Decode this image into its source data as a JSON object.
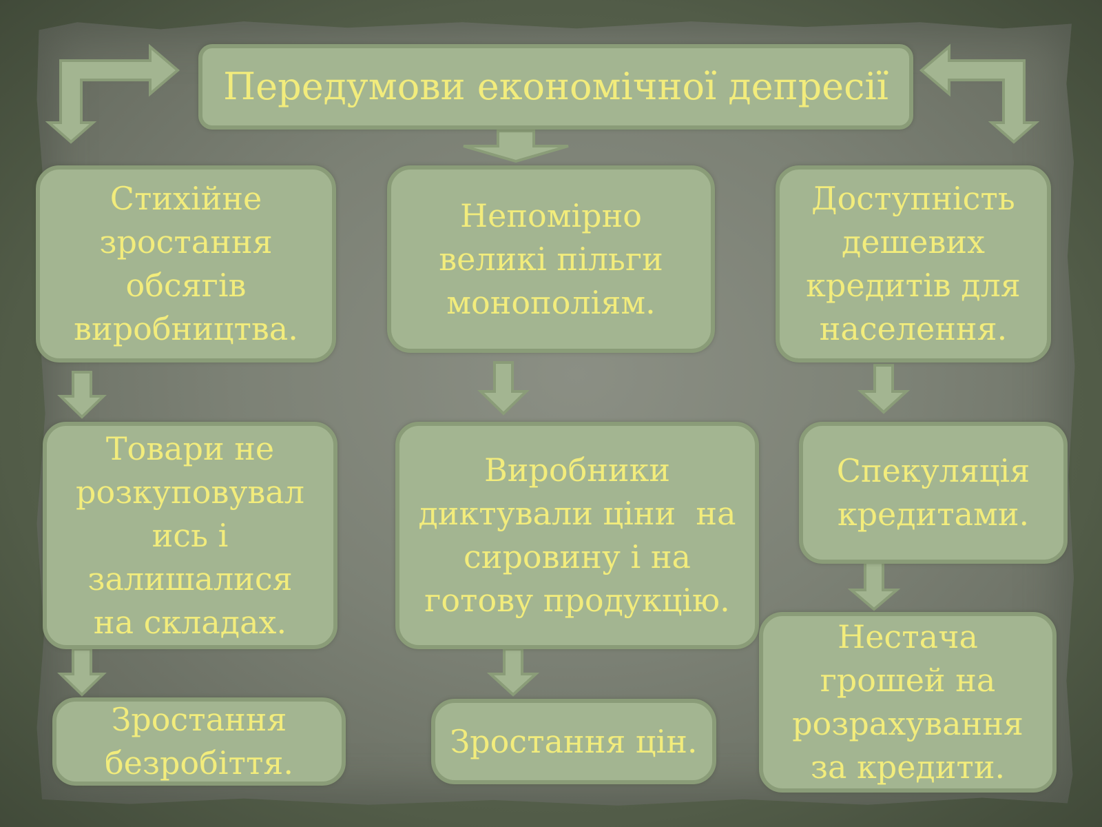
{
  "title": "Передумови економічної депресії",
  "columns": [
    {
      "cause": [
        "Стихійне",
        "зростання",
        "обсягів",
        "виробництва."
      ],
      "effects": [
        [
          "Товари не",
          "розкуповувал",
          "ись і",
          "залишалися",
          "на складах."
        ],
        [
          "Зростання",
          "безробіття."
        ]
      ]
    },
    {
      "cause": [
        "Непомірно",
        "великі пільги",
        "монополіям."
      ],
      "effects": [
        [
          "Виробники",
          "диктували ціни  на",
          "сировину і на",
          "готову продукцію."
        ],
        [
          "Зростання цін."
        ]
      ]
    },
    {
      "cause": [
        "Доступність",
        "дешевих",
        "кредитів для",
        "населення."
      ],
      "effects": [
        [
          "Спекуляція",
          "кредитами."
        ],
        [
          "Нестача",
          "грошей на",
          "розрахування",
          "за кредити."
        ]
      ]
    }
  ],
  "colors": {
    "box_fill": "#a3b591",
    "box_border": "#8a9c78",
    "text": "#f2ec7c",
    "background": "#7c8175"
  }
}
